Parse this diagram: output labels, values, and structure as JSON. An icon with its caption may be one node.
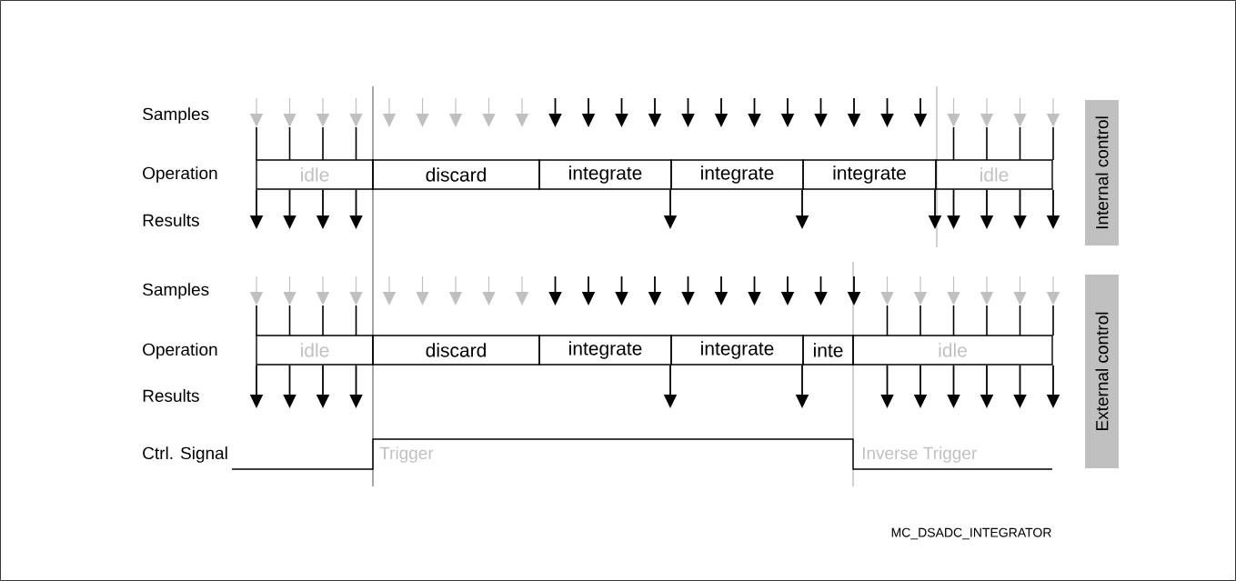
{
  "diagram": {
    "nodes": [
      {
        "text": [
          "idle"
        ]
      },
      {
        "text": [
          "discard"
        ]
      },
      {
        "text": [
          "integrate"
        ]
      },
      {
        "text": [
          "integrate"
        ]
      },
      {
        "text": [
          "integrate"
        ]
      },
      {
        "text": [
          "idle"
        ]
      },
      {
        "text": [
          "Internal control"
        ]
      },
      {
        "text": [
          "idle"
        ]
      },
      {
        "text": [
          "discard"
        ]
      },
      {
        "text": [
          "integrate"
        ]
      },
      {
        "text": [
          "integrate"
        ]
      },
      {
        "text": [
          "inte"
        ]
      },
      {
        "text": [
          "idle"
        ]
      },
      {
        "text": [
          "External control"
        ]
      }
    ],
    "edges": [
      {
        "from": 0,
        "to": null,
        "arrow": "to"
      },
      {
        "from": 0,
        "to": null,
        "arrow": "to"
      },
      {
        "from": 0,
        "to": null,
        "arrow": "to"
      },
      {
        "from": 0,
        "to": null,
        "arrow": "to"
      },
      {
        "from": 2,
        "to": null,
        "arrow": "to"
      },
      {
        "from": 3,
        "to": null,
        "arrow": "to"
      },
      {
        "from": 4,
        "to": null,
        "arrow": "to"
      },
      {
        "from": 5,
        "to": null,
        "arrow": "to"
      },
      {
        "from": 5,
        "to": null,
        "arrow": "to"
      },
      {
        "from": 5,
        "to": null,
        "arrow": "to"
      },
      {
        "from": 5,
        "to": null,
        "arrow": "to"
      },
      {
        "from": 7,
        "to": null,
        "arrow": "to"
      },
      {
        "from": 7,
        "to": null,
        "arrow": "to"
      },
      {
        "from": 7,
        "to": null,
        "arrow": "to"
      },
      {
        "from": 7,
        "to": null,
        "arrow": "to"
      },
      {
        "from": 9,
        "to": null,
        "arrow": "to"
      },
      {
        "from": 10,
        "to": null,
        "arrow": "to"
      },
      {
        "from": 12,
        "to": null,
        "arrow": "to"
      },
      {
        "from": 12,
        "to": null,
        "arrow": "to"
      },
      {
        "from": 12,
        "to": null,
        "arrow": "to"
      },
      {
        "from": 12,
        "to": null,
        "arrow": "to"
      },
      {
        "from": 12,
        "to": null,
        "arrow": "to"
      },
      {
        "from": 12,
        "to": null,
        "arrow": "to"
      }
    ],
    "labels": [
      "Samples",
      "Operation",
      "Results",
      "Samples",
      "Operation",
      "Results",
      "Ctrl. Signal",
      "Trigger",
      "Inverse Trigger",
      "MC_DSADC_INTEGRATOR"
    ]
  }
}
